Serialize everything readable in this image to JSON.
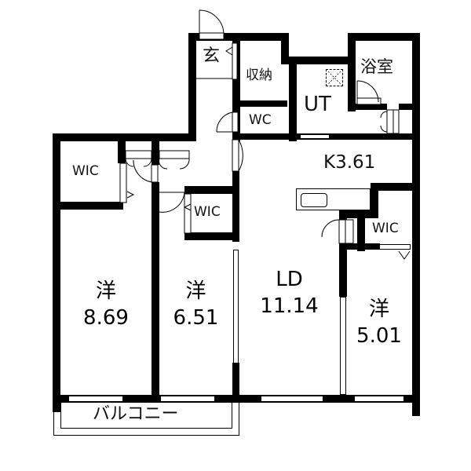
{
  "floorplan": {
    "rooms": {
      "entrance": {
        "label": "玄"
      },
      "storage": {
        "label": "収納"
      },
      "utility": {
        "label": "UT"
      },
      "bath": {
        "label": "浴室"
      },
      "toilet": {
        "label": "WC"
      },
      "kitchen": {
        "label": "K3.61"
      },
      "wic_left": {
        "label": "WIC"
      },
      "wic_middle": {
        "label": "WIC"
      },
      "wic_right": {
        "label": "WIC"
      },
      "room1": {
        "type": "洋",
        "size": "8.69"
      },
      "room2": {
        "type": "洋",
        "size": "6.51"
      },
      "living": {
        "type": "LD",
        "size": "11.14"
      },
      "room3": {
        "type": "洋",
        "size": "5.01"
      },
      "balcony": {
        "label": "バルコニー"
      }
    },
    "colors": {
      "wall": "#000000",
      "background": "#ffffff"
    }
  }
}
